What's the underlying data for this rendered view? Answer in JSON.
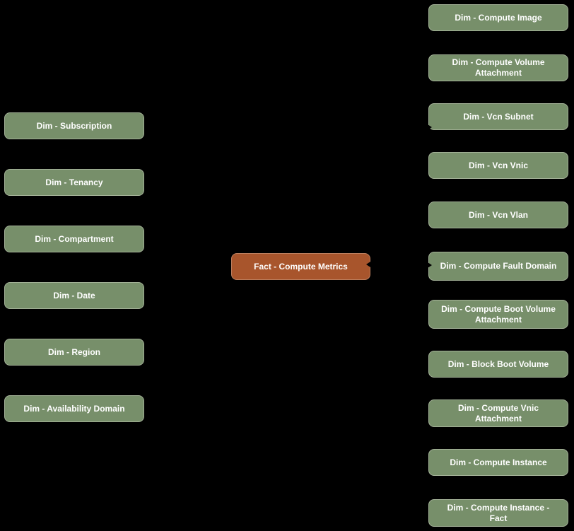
{
  "colors": {
    "background": "#000000",
    "dimension_fill": "#778f6a",
    "dimension_border": "#a3b197",
    "fact_fill": "#a8552c",
    "fact_border": "#bd7f5e",
    "text": "#ffffff"
  },
  "diagram": {
    "type": "star-schema-model",
    "fact": {
      "label": "Fact - Compute Metrics"
    },
    "left_dimensions": [
      {
        "label": "Dim - Subscription"
      },
      {
        "label": "Dim - Tenancy"
      },
      {
        "label": "Dim - Compartment"
      },
      {
        "label": "Dim - Date"
      },
      {
        "label": "Dim - Region"
      },
      {
        "label": "Dim - Availability Domain"
      }
    ],
    "right_dimensions": [
      {
        "label": "Dim - Compute Image"
      },
      {
        "label": "Dim - Compute Volume Attachment"
      },
      {
        "label": "Dim - Vcn Subnet"
      },
      {
        "label": "Dim - Vcn Vnic"
      },
      {
        "label": "Dim - Vcn Vlan"
      },
      {
        "label": "Dim - Compute Fault Domain"
      },
      {
        "label": "Dim - Compute Boot Volume Attachment"
      },
      {
        "label": "Dim - Block Boot Volume"
      },
      {
        "label": "Dim - Compute Vnic Attachment"
      },
      {
        "label": "Dim - Compute Instance"
      },
      {
        "label": "Dim - Compute Instance - Fact"
      }
    ]
  }
}
